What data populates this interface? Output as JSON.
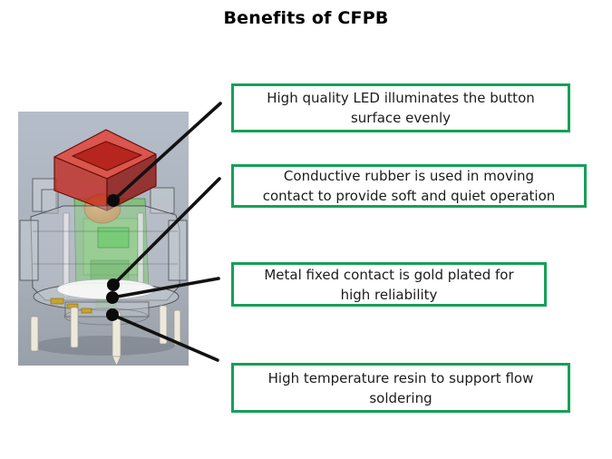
{
  "title": "Benefits of CFPB",
  "callouts": [
    {
      "id": "led",
      "lines": [
        "High quality LED illuminates the button",
        "surface evenly"
      ]
    },
    {
      "id": "conductive-rubber",
      "lines": [
        "Conductive rubber is used in moving",
        "contact to provide soft and quiet operation"
      ]
    },
    {
      "id": "metal-fixed-contact",
      "lines": [
        "Metal fixed contact is gold plated for",
        "high reliability"
      ]
    },
    {
      "id": "high-temperature-resin",
      "lines": [
        "High temperature resin to support flow",
        "soldering"
      ]
    }
  ],
  "colors": {
    "callout_border": "#16a057",
    "connector_line": "#121212",
    "callout_dot": "#0b0b0b",
    "title_text": "#000000",
    "body_text": "#1c1c1c",
    "image_background": "#afb9c5",
    "button_cap_red": "#cf2b24",
    "inner_body_green": "#4fc440",
    "led_amber": "#cf9038",
    "housing_gray": "#c8cdd4",
    "pin_ivory": "#ece9dc",
    "gold_contact": "#c6a32f"
  }
}
